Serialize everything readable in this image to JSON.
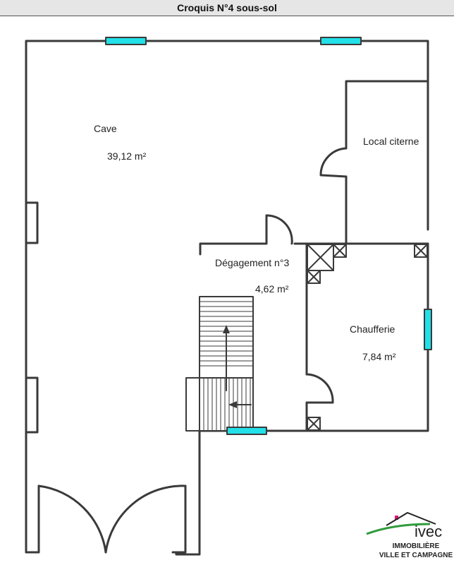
{
  "title": "Croquis N°4 sous-sol",
  "rooms": [
    {
      "name": "Cave",
      "area": "39,12  m²"
    },
    {
      "name": "Local citerne",
      "area": ""
    },
    {
      "name": "Dégagement n°3",
      "area": "4,62  m²"
    },
    {
      "name": "Chaufferie",
      "area": "7,84  m²"
    }
  ],
  "logo": {
    "brand": "ivec",
    "line1": "IMMOBILIÈRE",
    "line2": "VILLE ET CAMPAGNE",
    "colors": {
      "roof": "#222222",
      "swoosh": "#2e9b3a",
      "chimney": "#e0157a"
    }
  },
  "colors": {
    "wall": "#3a3a3a",
    "window": "#22e0e8"
  }
}
